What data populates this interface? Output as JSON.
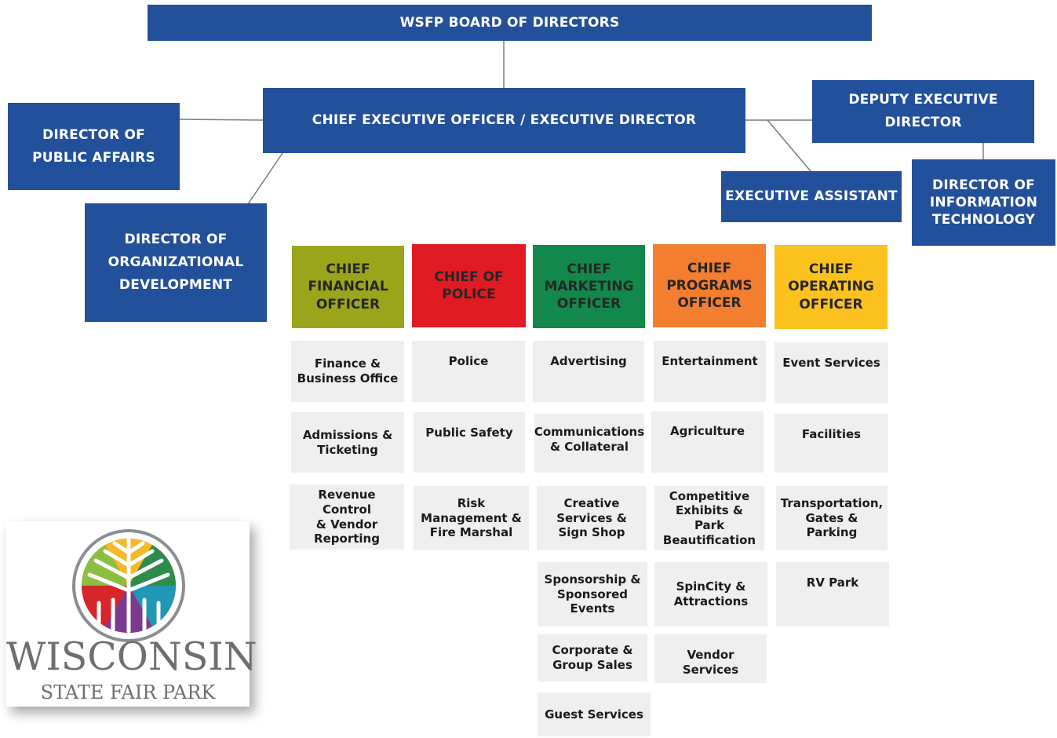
{
  "board": "WSFP BOARD OF DIRECTORS",
  "ceo": "CHIEF EXECUTIVE OFFICER / EXECUTIVE DIRECTOR",
  "public_affairs": "DIRECTOR OF\nPUBLIC AFFAIRS",
  "org_dev": "DIRECTOR OF\nORGANIZATIONAL\nDEVELOPMENT",
  "deputy": "DEPUTY EXECUTIVE DIRECTOR",
  "exec_assistant": "EXECUTIVE ASSISTANT",
  "it": "DIRECTOR OF\nINFORMATION\nTECHNOLOGY",
  "columns": [
    {
      "title": "CHIEF\nFINANCIAL\nOFFICER",
      "color": "#9aa51c",
      "items": [
        "Finance &\nBusiness Office",
        "Admissions &\nTicketing",
        "Revenue Control\n& Vendor\nReporting"
      ]
    },
    {
      "title": "CHIEF OF\nPOLICE",
      "color": "#e01b24",
      "items": [
        "Police",
        "Public Safety",
        "Risk\nManagement &\nFire Marshal"
      ]
    },
    {
      "title": "CHIEF\nMARKETING\nOFFICER",
      "color": "#12894a",
      "items": [
        "Advertising",
        "Communications\n& Collateral",
        "Creative\nServices &\nSign Shop",
        "Sponsorship &\nSponsored\nEvents",
        "Corporate &\nGroup Sales",
        "Guest Services"
      ]
    },
    {
      "title": "CHIEF\nPROGRAMS\nOFFICER",
      "color": "#f37e30",
      "items": [
        "Entertainment",
        "Agriculture",
        "Competitive\nExhibits & Park\nBeautification",
        "SpinCity &\nAttractions",
        "Vendor Services"
      ]
    },
    {
      "title": "CHIEF\nOPERATING\nOFFICER",
      "color": "#fbc21f",
      "items": [
        "Event Services",
        "Facilities",
        "Transportation,\nGates &\nParking",
        "RV Park"
      ]
    }
  ],
  "logo": {
    "name": "WISCONSIN",
    "subtitle": "STATE FAIR PARK"
  }
}
